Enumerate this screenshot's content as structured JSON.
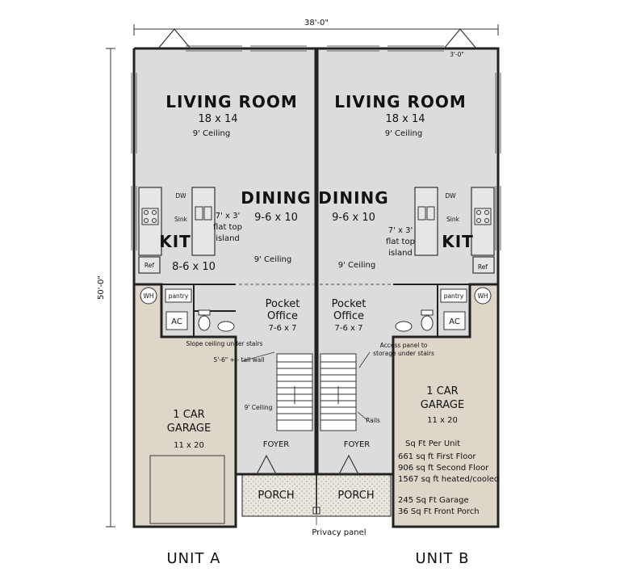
{
  "dimensions": {
    "width": "38'-0\"",
    "depth": "50'-0\"",
    "door": "3'-0\""
  },
  "unit_a": {
    "title": "UNIT A",
    "living": {
      "name": "LIVING ROOM",
      "size": "18 x 14",
      "ceiling": "9' Ceiling"
    },
    "dining": {
      "name": "DINING",
      "size": "9-6 x 10",
      "ceiling": "9' Ceiling"
    },
    "kitchen": {
      "name": "KIT",
      "size": "8-6 x 10",
      "dw": "DW",
      "sink": "Sink",
      "ref": "Ref",
      "island_1": "7' x 3'",
      "island_2": "flat top",
      "island_3": "island"
    },
    "wh": "WH",
    "pantry": "pantry",
    "ac": "AC",
    "office": {
      "name_1": "Pocket",
      "name_2": "Office",
      "size": "7-6 x 7"
    },
    "notes": {
      "slope": "Slope ceiling under stairs",
      "wall": "5'-6\" +/- tall wall",
      "ceiling": "9' Ceiling"
    },
    "foyer": "FOYER",
    "porch": "PORCH",
    "garage": {
      "name_1": "1 CAR",
      "name_2": "GARAGE",
      "size": "11 x 20"
    }
  },
  "unit_b": {
    "title": "UNIT B",
    "living": {
      "name": "LIVING ROOM",
      "size": "18 x 14",
      "ceiling": "9' Ceiling"
    },
    "dining": {
      "name": "DINING",
      "size": "9-6 x 10",
      "ceiling": "9' Ceiling"
    },
    "kitchen": {
      "name": "KIT",
      "dw": "DW",
      "sink": "Sink",
      "ref": "Ref",
      "island_1": "7' x 3'",
      "island_2": "flat top",
      "island_3": "island"
    },
    "wh": "WH",
    "pantry": "pantry",
    "ac": "AC",
    "office": {
      "name_1": "Pocket",
      "name_2": "Office",
      "size": "7-6 x 7"
    },
    "notes": {
      "access_1": "Access panel to",
      "access_2": "storage under stairs",
      "rails": "Rails"
    },
    "foyer": "FOYER",
    "porch": "PORCH",
    "garage": {
      "name_1": "1 CAR",
      "name_2": "GARAGE",
      "size": "11 x 20"
    }
  },
  "sqft": {
    "title": "Sq Ft Per Unit",
    "first": "661 sq ft First Floor",
    "second": "906 sq ft Second Floor",
    "heated": "1567 sq ft heated/cooled",
    "garage": "245 Sq Ft Garage",
    "porch": "36 Sq Ft Front Porch"
  },
  "privacy": "Privacy panel",
  "colors": {
    "room": "#dcdcdc",
    "garage": "#ddd6c9",
    "wall": "#222222",
    "porch": "#e8e4da"
  }
}
